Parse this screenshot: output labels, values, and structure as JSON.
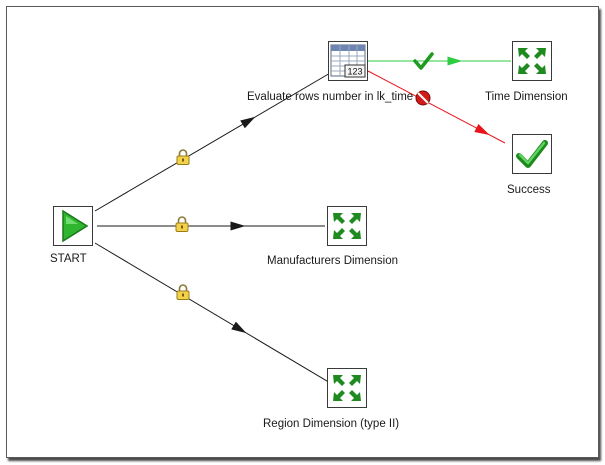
{
  "canvas": {
    "steps": {
      "start": {
        "label": "START",
        "icon": "play-icon"
      },
      "evaluate": {
        "label": "Evaluate rows number in lk_time",
        "icon": "table-123-icon",
        "badge": "123"
      },
      "time_dim": {
        "label": "Time Dimension",
        "icon": "dimension-icon"
      },
      "success": {
        "label": "Success",
        "icon": "checkmark-icon"
      },
      "manufacturers_dim": {
        "label": "Manufacturers Dimension",
        "icon": "dimension-icon"
      },
      "region_dim": {
        "label": "Region Dimension (type II)",
        "icon": "dimension-icon"
      }
    },
    "colors": {
      "hop_default": "#1a1a1a",
      "hop_success": "#2ecc40",
      "hop_failure": "#e8141c",
      "dimension_green": "#1f8a1f",
      "lock_gold": "#e8c63a"
    }
  }
}
